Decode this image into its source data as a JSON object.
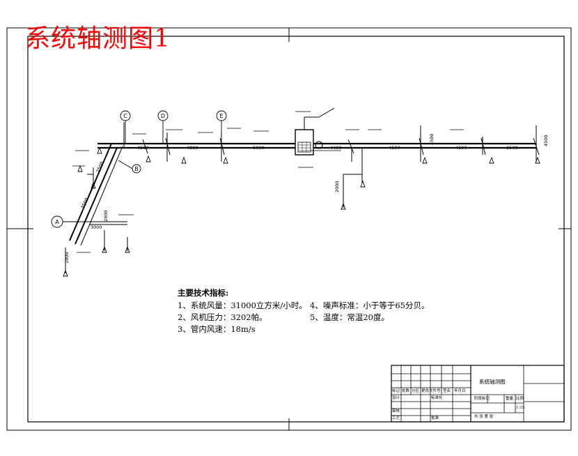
{
  "title": "系统轴测图1",
  "axis_labels": {
    "a": "A",
    "b": "B",
    "c": "C",
    "d": "D",
    "e": "E"
  },
  "dims": {
    "d4500a": "4500",
    "d4800": "4800",
    "d5000": "5000",
    "d4400": "4400",
    "d4500b": "4500",
    "d4500c": "4500",
    "d2500": "2500",
    "d4500v": "4500",
    "d4500r": "4500",
    "d3500": "3500",
    "d2500b": "2500",
    "d3000": "3000",
    "d2000": "2000",
    "d1800": "1800",
    "d2800": "2800"
  },
  "notes": {
    "heading": "主要技术指标:",
    "items": [
      "1、系统风量：31000立方米/小时。",
      "2、风机压力：3202帕。",
      "3、管内风速：18m/s",
      "4、噪声标准：小于等于65分贝。",
      "5、温度：常温20度。"
    ]
  },
  "title_block": {
    "drawing_name": "系统轴测图",
    "row1": [
      "标记",
      "处数",
      "分区",
      "更改文件号",
      "签名",
      "年月日"
    ],
    "design": "设计",
    "standard": "标准化",
    "stage_mark": "阶段标记",
    "weight": "重量",
    "scale": "比例",
    "check": "审核",
    "process": "工艺",
    "approve": "批准",
    "scale_value": "1:15",
    "sheets": "共  张  第  张"
  }
}
